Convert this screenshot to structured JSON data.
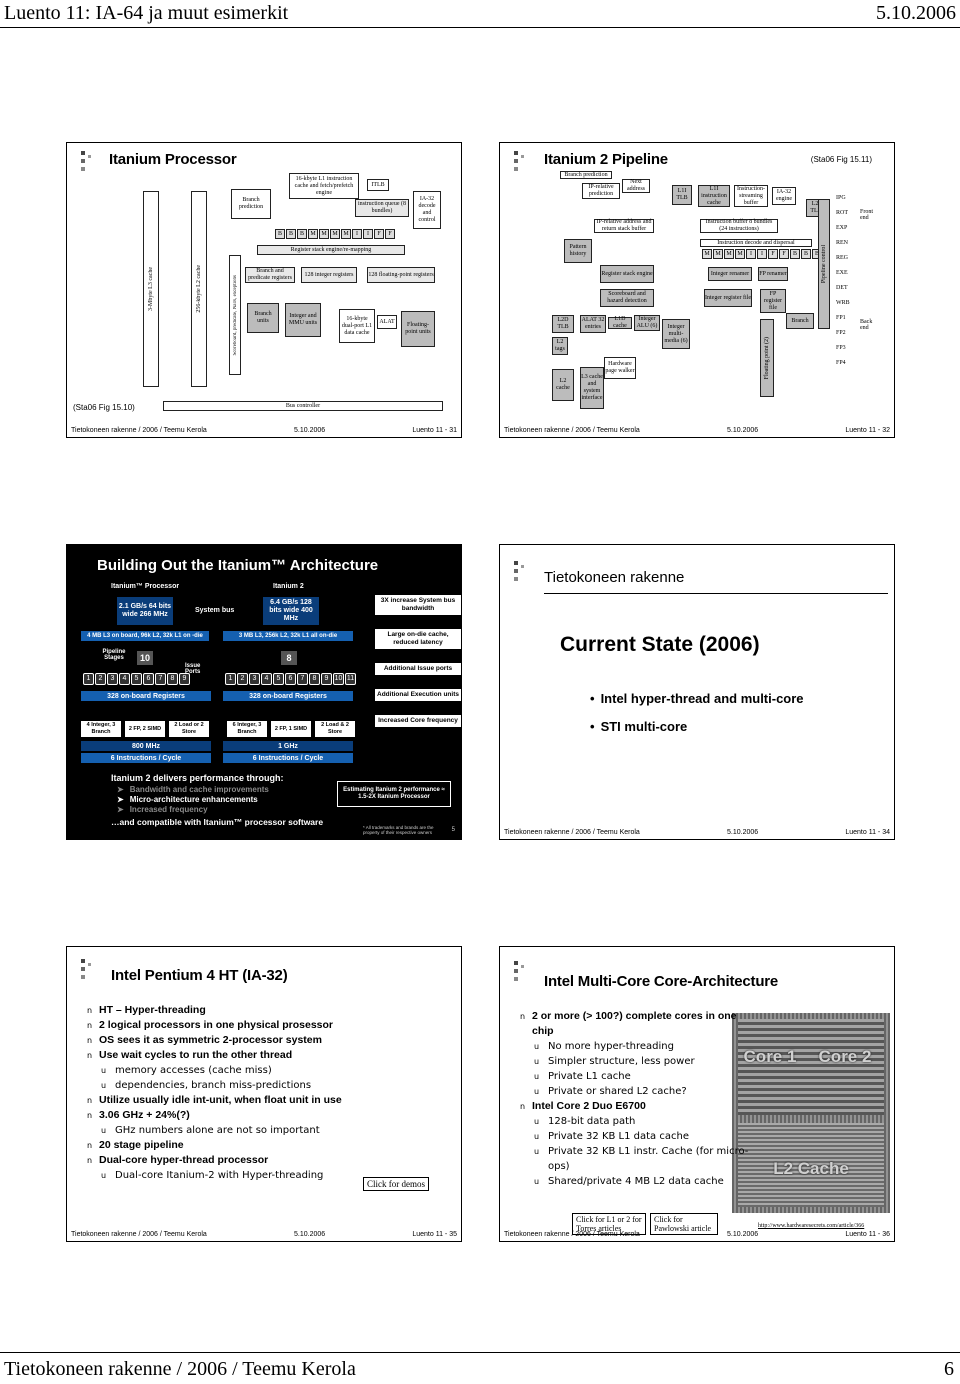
{
  "page": {
    "header_title": "Luento 11: IA-64 ja muut esimerkit",
    "header_date": "5.10.2006",
    "footer_left": "Tietokoneen rakenne / 2006 / Teemu Kerola",
    "page_number": "6"
  },
  "slides": [
    {
      "title": "Itanium Processor",
      "footer_left": "Tietokoneen rakenne / 2006 / Teemu Kerola",
      "footer_date": "5.10.2006",
      "footer_right": "Luento 11 - 31",
      "source": "(Sta06 Fig 15.10)",
      "diagram": {
        "l1i": "16-kbyte L1 instruction cache and fetch/prefetch engine",
        "itlb": "ITLB",
        "branch_pred": "Branch prediction",
        "iqueue": "instruction queue (8 bundles)",
        "ia32": "IA-32 decode and control",
        "regs": [
          "B",
          "B",
          "B",
          "M",
          "M",
          "M",
          "M",
          "I",
          "I",
          "F",
          "F"
        ],
        "remap": "Register stack engine/re-mapping",
        "br_regs": "Branch and predicate registers",
        "int_regs": "128 integer registers",
        "fp_regs": "128 floating-point registers",
        "br_units": "Branch units",
        "int_units": "Integer and MMU units",
        "l1d": "16-kbyte dual-port L1 data cache",
        "alat": "ALAT",
        "fp_units": "Floating-point units",
        "l3": "3-Mbyte L3 cache",
        "l2": "256-kbyte L2 cache",
        "scoreboard": "Scoreboard, predicate, NaTs, exceptions",
        "bus": "Bus controller"
      }
    },
    {
      "title": "Itanium 2 Pipeline",
      "ref": "(Sta06 Fig 15.11)",
      "footer_left": "Tietokoneen rakenne / 2006 / Teemu Kerola",
      "footer_date": "5.10.2006",
      "footer_right": "Luento 11 - 32",
      "diagram": {
        "branch_pred": "Branch prediction",
        "ip_rel": "IP-relative prediction",
        "next_addr": "Next address",
        "l1i_tlb": "L1I TLB",
        "l1i_cache": "L1I instruction cache",
        "streaming": "Instruction-streaming buffer",
        "ia32": "IA-32 engine",
        "l2i_tlb": "L2I TLB",
        "ip_rel_addr": "IP-relative address and return stack buffer",
        "ibuffer": "Instruction buffer 8 bundles (24 instructions)",
        "pattern": "Pattern history",
        "decode": "Instruction decode and dispersal",
        "dispersal": [
          "M",
          "M",
          "M",
          "M",
          "I",
          "I",
          "F",
          "F",
          "B",
          "B",
          "B"
        ],
        "rse": "Register stack engine",
        "int_ren": "Integer renamer",
        "fp_ren": "FP renamer",
        "scoreboard": "Scoreboard and hazard detection",
        "int_rf": "Integer register file",
        "fp_rf": "FP register file",
        "branch": "Branch",
        "l2d_tlb": "L2D TLB",
        "alat": "ALAT 32 entries",
        "l1d": "L1D cache",
        "int_alu": "Integer ALU (6)",
        "int_mm": "Integer multi-media (6)",
        "l2_tags": "L2 tags",
        "hw_walker": "Hardware page walker",
        "l2": "L2 cache",
        "l3": "L3 cache and system interface",
        "fp_units": "Floating point (2)",
        "pipe_ctrl": "Pipeline control",
        "stages": [
          "IPG",
          "ROT",
          "EXP",
          "REN",
          "REG",
          "EXE",
          "DET",
          "WRB"
        ],
        "stage_fp": [
          "FP1",
          "FP2",
          "FP3",
          "FP4"
        ],
        "front": "Front end",
        "back": "Back end"
      }
    },
    {
      "title": "Building Out the Itanium™ Architecture",
      "footer_right": "5",
      "it1_label": "Itanium™ Processor",
      "it2_label": "Itanium 2",
      "it1_bus": "2.1 GB/s 64 bits wide 266 MHz",
      "it2_bus": "6.4 GB/s 128 bits wide 400 MHz",
      "sysbus": "System bus",
      "it1_cache": "4 MB L3 on board, 96k L2, 32k L1 on -die",
      "it2_cache": "3 MB L3, 256k L2, 32k L1 all on-die",
      "pipeline_label": "Pipeline Stages",
      "it1_stages": "10",
      "it2_stages": "8",
      "issue_label": "Issue Ports",
      "it1_nums": [
        "1",
        "2",
        "3",
        "4",
        "5",
        "6",
        "7",
        "8",
        "9"
      ],
      "it2_nums": [
        "1",
        "2",
        "3",
        "4",
        "5",
        "6",
        "7",
        "8",
        "9",
        "10",
        "11"
      ],
      "it1_regs": "328 on-board Registers",
      "it2_regs": "328 on-board Registers",
      "it1_units": [
        "4 Integer, 3 Branch",
        "2 FP, 2 SIMD",
        "2 Load or 2 Store"
      ],
      "it2_units": [
        "6 Integer, 3 Branch",
        "2 FP, 1 SIMD",
        "2 Load & 2 Store"
      ],
      "it1_freq": "800 MHz",
      "it2_freq": "1 GHz",
      "it1_ipc": "6 Instructions / Cycle",
      "it2_ipc": "6 Instructions / Cycle",
      "right_labels": [
        "3X increase System bus bandwidth",
        "Large on-die cache, reduced latency",
        "Additional Issue ports",
        "Additional Execution units",
        "Increased Core frequency"
      ],
      "delivers": "Itanium 2 delivers performance through:",
      "delivers_items": [
        "Bandwidth and cache improvements",
        "Micro-architecture enhancements",
        "Increased frequency"
      ],
      "compat": "…and compatible with Itanium™ processor software",
      "estimating": "Estimating Itanium 2 performance ≈ 1.5-2X Itanium Processor",
      "trademarks": "* All trademarks and brands are the property of their respective owners"
    },
    {
      "header": "Tietokoneen rakenne",
      "title": "Current State (2006)",
      "bullets": [
        "Intel hyper-thread and multi-core",
        "STI multi-core"
      ],
      "footer_left": "Tietokoneen rakenne / 2006 / Teemu Kerola",
      "footer_date": "5.10.2006",
      "footer_right": "Luento 11 - 34"
    },
    {
      "title": "Intel Pentium 4 HT (IA-32)",
      "items": [
        {
          "level": 1,
          "text": "HT – Hyper-threading"
        },
        {
          "level": 1,
          "text": "2 logical processors in one physical prosessor"
        },
        {
          "level": 1,
          "text": "OS sees it as symmetric 2-processor system"
        },
        {
          "level": 1,
          "text": "Use wait cycles to run the other thread"
        },
        {
          "level": 2,
          "text": "memory accesses (cache miss)"
        },
        {
          "level": 2,
          "text": "dependencies, branch miss-predictions"
        },
        {
          "level": 1,
          "text": "Utilize usually idle int-unit, when float unit in use"
        },
        {
          "level": 1,
          "text": "3.06 GHz + 24%(?)"
        },
        {
          "level": 2,
          "text": "GHz numbers alone are not so important"
        },
        {
          "level": 1,
          "text": "20 stage pipeline"
        },
        {
          "level": 1,
          "text": "Dual-core hyper-thread processor"
        },
        {
          "level": 2,
          "text": "Dual-core Itanium-2 with Hyper-threading"
        }
      ],
      "demo_link": "Click for demos",
      "footer_left": "Tietokoneen rakenne / 2006 / Teemu Kerola",
      "footer_date": "5.10.2006",
      "footer_right": "Luento 11 - 35"
    },
    {
      "title": "Intel Multi-Core Core-Architecture",
      "items": [
        {
          "level": 1,
          "text": "2 or more (> 100?) complete cores in one chip"
        },
        {
          "level": 2,
          "text": "No more hyper-threading"
        },
        {
          "level": 2,
          "text": "Simpler structure, less power"
        },
        {
          "level": 2,
          "text": "Private L1 cache"
        },
        {
          "level": 2,
          "text": "Private or shared L2 cache?"
        },
        {
          "level": 1,
          "text": "Intel Core 2 Duo E6700"
        },
        {
          "level": 2,
          "text": "128-bit data path"
        },
        {
          "level": 2,
          "text": "Private 32 KB L1 data cache"
        },
        {
          "level": 2,
          "text": "Private 32 KB L1 instr. Cache (for micro-ops)"
        },
        {
          "level": 2,
          "text": "Shared/private 4 MB L2 data cache"
        }
      ],
      "core1": "Core 1",
      "core2": "Core 2",
      "l2cache": "L2 Cache",
      "link1": "Click for L1 or 2 for Torres articles",
      "link2": "Click for Pawlowski article",
      "url": "http://www.hardwaresecrets.com/article/366",
      "footer_left": "Tietokoneen rakenne / 2006 / Teemu Kerola",
      "footer_date": "5.10.2006",
      "footer_right": "Luento 11 - 36"
    }
  ]
}
